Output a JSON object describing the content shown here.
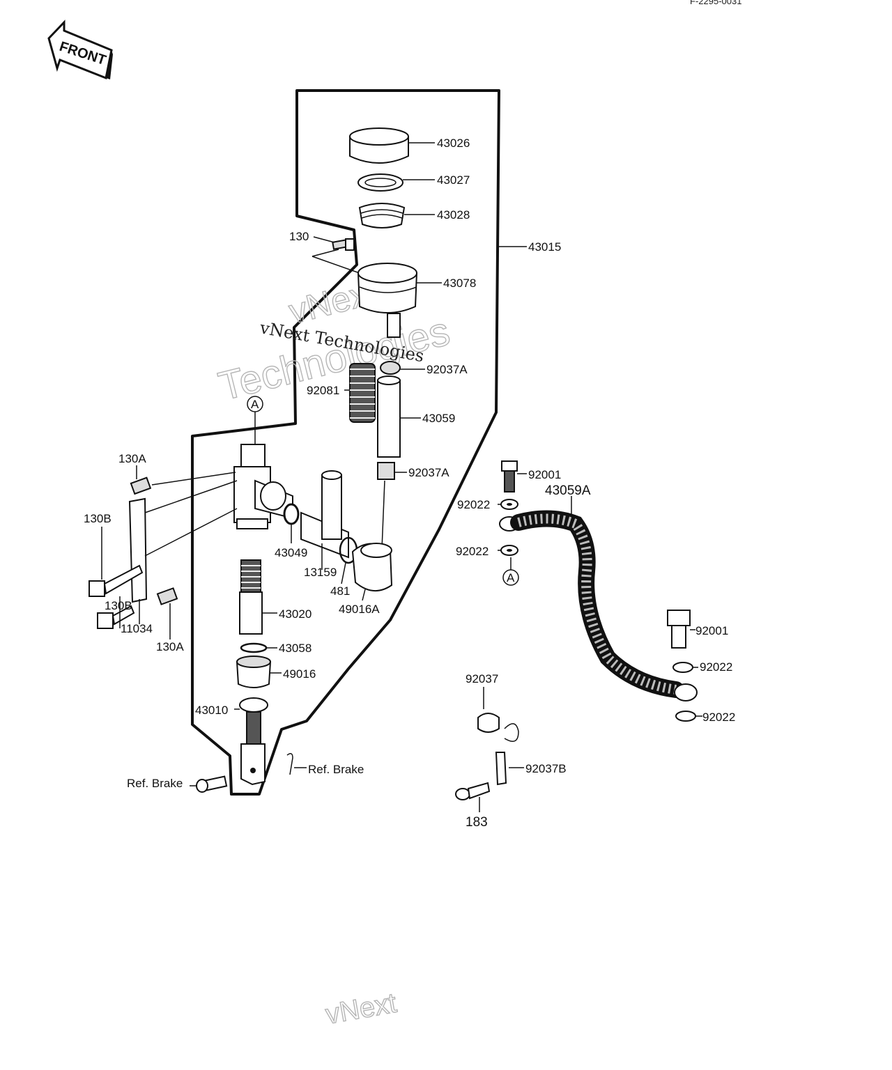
{
  "diagram_code": "F-2295-0031",
  "front_label": "FRONT",
  "watermark": {
    "line1": "vNext Technologies",
    "outline1": "vNext",
    "outline2": "Technologies",
    "bottom": "vNext"
  },
  "callouts": {
    "p43026": "43026",
    "p43027": "43027",
    "p43028": "43028",
    "p43015": "43015",
    "p130": "130",
    "p43078": "43078",
    "p92037A_top": "92037A",
    "p92081": "92081",
    "pA_top": "A",
    "p43059": "43059",
    "p130A_top": "130A",
    "p92037A_bottom": "92037A",
    "p92001_top": "92001",
    "p43059A": "43059A",
    "p92022_1": "92022",
    "p130B_top": "130B",
    "p92022_2": "92022",
    "p43049": "43049",
    "pA_hose": "A",
    "p13159": "13159",
    "p481": "481",
    "p49016A": "49016A",
    "p130B_bottom": "130B",
    "p11034": "11034",
    "p43020": "43020",
    "p92001_bottom": "92001",
    "p130A_bottom": "130A",
    "p43058": "43058",
    "p92022_3": "92022",
    "p49016": "49016",
    "p92037": "92037",
    "p43010": "43010",
    "p92022_4": "92022",
    "ref_brake_right": "Ref. Brake",
    "ref_brake_left": "Ref. Brake",
    "p92037B": "92037B",
    "p183": "183"
  }
}
